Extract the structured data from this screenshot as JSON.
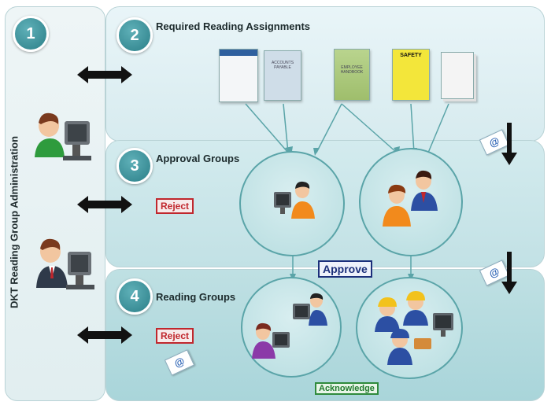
{
  "sidebar": {
    "number": "1",
    "title": "DKT Reading Group Administration"
  },
  "panels": [
    {
      "number": "2",
      "title": "Required Reading Assignments"
    },
    {
      "number": "3",
      "title": "Approval Groups"
    },
    {
      "number": "4",
      "title": "Reading Groups"
    }
  ],
  "documents": [
    {
      "title": ""
    },
    {
      "title": "ACCOUNTS PAYABLE"
    },
    {
      "title": "EMPLOYEE HANDBOOK"
    },
    {
      "title": "SAFETY"
    },
    {
      "title": ""
    }
  ],
  "labels": {
    "reject_approval": "Reject",
    "approve": "Approve",
    "reject_reading": "Reject",
    "acknowledge": "Acknowledge"
  },
  "icons": {
    "email": "@"
  },
  "colors": {
    "reject": "#c0272d",
    "approve": "#1b2f7a",
    "acknowledge": "#1f7a2c",
    "accent": "#2b7f88"
  }
}
